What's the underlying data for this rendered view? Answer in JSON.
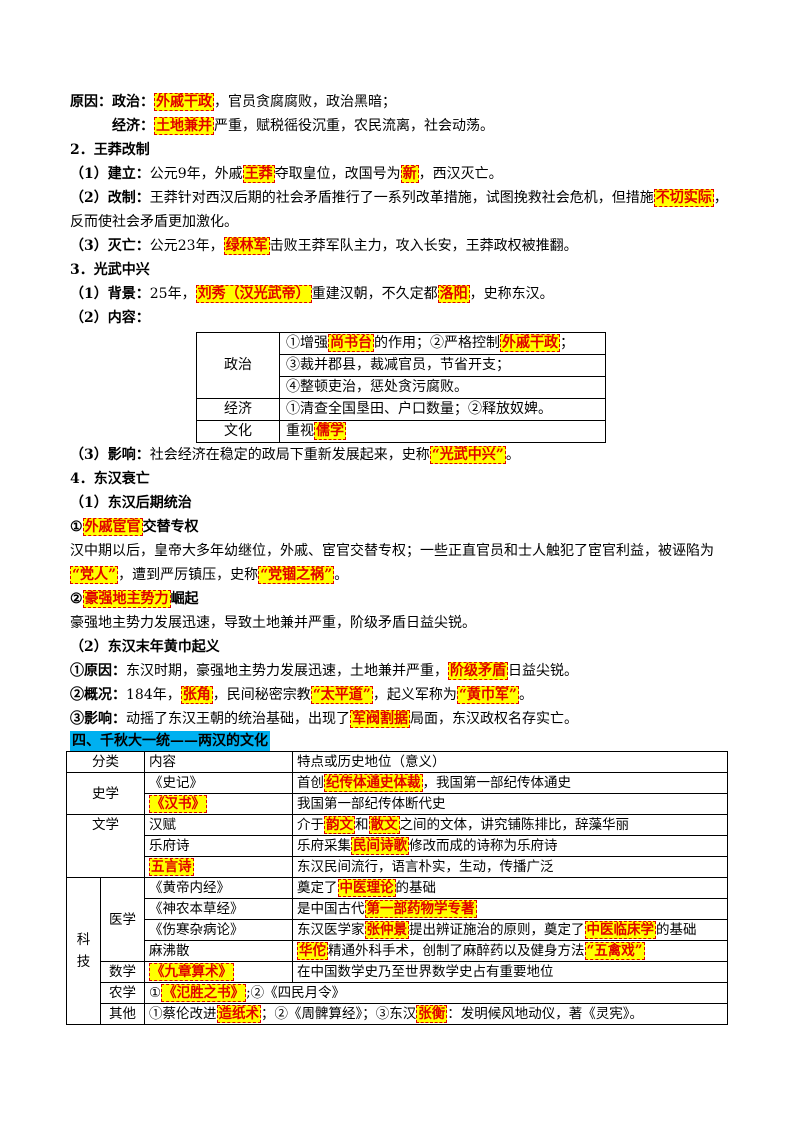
{
  "cause": {
    "label": "原因：",
    "politics_label": "政治：",
    "politics_hl": "外戚干政",
    "politics_text": "，官员贪腐腐败，政治黑暗；",
    "economy_label": "经济：",
    "economy_hl": "土地兼并",
    "economy_text": "严重，赋税徭役沉重，农民流离，社会动荡。"
  },
  "s2": {
    "title": "2．王莽改制",
    "p1_label": "（1）建立：",
    "p1_a": "公元9年，外戚",
    "p1_hl1": "王莽",
    "p1_b": "夺取皇位，改国号为",
    "p1_hl2": "新",
    "p1_c": "，西汉灭亡。",
    "p2_label": "（2）改制：",
    "p2_a": "王莽针对西汉后期的社会矛盾推行了一系列改革措施，试图挽救社会危机，但措施",
    "p2_hl": "不切实际",
    "p2_b": "，",
    "p2_c": "反而使社会矛盾更加激化。",
    "p3_label": "（3）灭亡：",
    "p3_a": "公元23年，",
    "p3_hl": "绿林军",
    "p3_b": "击败王莽军队主力，攻入长安，王莽政权被推翻。"
  },
  "s3": {
    "title": "3．光武中兴",
    "p1_label": "（1）背景：",
    "p1_a": "25年，",
    "p1_hl1": "刘秀（汉光武帝）",
    "p1_b": "重建汉朝，不久定都",
    "p1_hl2": "洛阳",
    "p1_c": "，史称东汉。",
    "p2_label": "（2）内容：",
    "table": {
      "politics": "政治",
      "pol1_a": "①增强",
      "pol1_hl1": "尚书台",
      "pol1_b": "的作用；②严格控制",
      "pol1_hl2": "外戚干政",
      "pol1_c": "；",
      "pol2": "③裁并郡县，裁减官员，节省开支；",
      "pol3": "④整顿吏治，惩处贪污腐败。",
      "economy": "经济",
      "eco1": "①清查全国垦田、户口数量；②释放奴婢。",
      "culture": "文化",
      "cul_a": "重视",
      "cul_hl": "儒学"
    },
    "p3_label": "（3）影响：",
    "p3_a": "社会经济在稳定的政局下重新发展起来，史称",
    "p3_hl": "“光武中兴”",
    "p3_b": "。"
  },
  "s4": {
    "title": "4．东汉衰亡",
    "sub1": "（1）东汉后期统治",
    "i1_hl": "外戚宦官",
    "i1_pre": "①",
    "i1_post": "交替专权",
    "i1_text_a": "汉中期以后，皇帝大多年幼继位，外戚、宦官交替专权；一些正直官员和士人触犯了宦官利益，被诬陷为",
    "i1_hl2": "“党人”",
    "i1_text_b": "，遭到严厉镇压，史称",
    "i1_hl3": "“党锢之祸”",
    "i1_text_c": "。",
    "i2_pre": "②",
    "i2_hl": "豪强地主势力",
    "i2_post": "崛起",
    "i2_text": "豪强地主势力发展迅速，导致土地兼并严重，阶级矛盾日益尖锐。",
    "sub2": "（2）东汉末年黄巾起义",
    "r1_label": "①原因：",
    "r1_a": "东汉时期，豪强地主势力发展迅速，土地兼并严重，",
    "r1_hl": "阶级矛盾",
    "r1_b": "日益尖锐。",
    "r2_label": "②概况：",
    "r2_a": "184年，",
    "r2_hl1": "张角",
    "r2_b": "，民间秘密宗教",
    "r2_hl2": "“太平道”",
    "r2_c": "，起义军称为",
    "r2_hl3": "“黄巾军”",
    "r2_d": "。",
    "r3_label": "③影响：",
    "r3_a": "动摇了东汉王朝的统治基础，出现了",
    "r3_hl": "军阀割据",
    "r3_b": "局面，东汉政权名存实亡。"
  },
  "sec4": {
    "title": "四、千秋大一统——两汉的文化",
    "h_cat": "分类",
    "h_content": "内容",
    "h_feature": "特点或历史地位（意义）",
    "history": "史学",
    "shiji": "《史记》",
    "shiji_a": "首创",
    "shiji_hl": "纪传体通史体裁",
    "shiji_b": "，我国第一部纪传体通史",
    "hanshu_hl": "《汉书》",
    "hanshu_f": "我国第一部纪传体断代史",
    "literature": "文学",
    "hanfu": "汉赋",
    "hanfu_a": "介于",
    "hanfu_hl1": "韵文",
    "hanfu_b": "和",
    "hanfu_hl2": "散文",
    "hanfu_c": "之间的文体，讲究铺陈排比，辞藻华丽",
    "yuefu": "乐府诗",
    "yuefu_a": "乐府采集",
    "yuefu_hl": "民间诗歌",
    "yuefu_b": "修改而成的诗称为乐府诗",
    "wuyan_hl": "五言诗",
    "wuyan_f": "东汉民间流行，语言朴实，生动，传播广泛",
    "tech": "科技",
    "medicine": "医学",
    "huangdi": "《黄帝内经》",
    "huangdi_a": "奠定了",
    "huangdi_hl": "中医理论",
    "huangdi_b": "的基础",
    "shennong": "《神农本草经》",
    "shennong_a": "是中国古代",
    "shennong_hl": "第一部药物学专著",
    "shanghan": "《伤寒杂病论》",
    "shanghan_a": "东汉医学家",
    "shanghan_hl1": "张仲景",
    "shanghan_b": "提出辨证施治的原则，奠定了",
    "shanghan_hl2": "中医临床学",
    "shanghan_c": "的基础",
    "mafei": "麻沸散",
    "mafei_hl1": "华佗",
    "mafei_a": "精通外科手术，创制了麻醉药以及健身方法",
    "mafei_hl2": "“五禽戏”",
    "math": "数学",
    "jiuzhang_hl": "《九章算术》",
    "jiuzhang_f": "在中国数学史乃至世界数学史占有重要地位",
    "agri": "农学",
    "agri_a": "①",
    "agri_hl": "《氾胜之书》",
    "agri_b": ";②《四民月令》",
    "other": "其他",
    "other_a": "①蔡伦改进",
    "other_hl1": "造纸术",
    "other_b": "；②《周髀算经》；③东汉",
    "other_hl2": "张衡",
    "other_c": "：发明候风地动仪，著《灵宪》。"
  }
}
